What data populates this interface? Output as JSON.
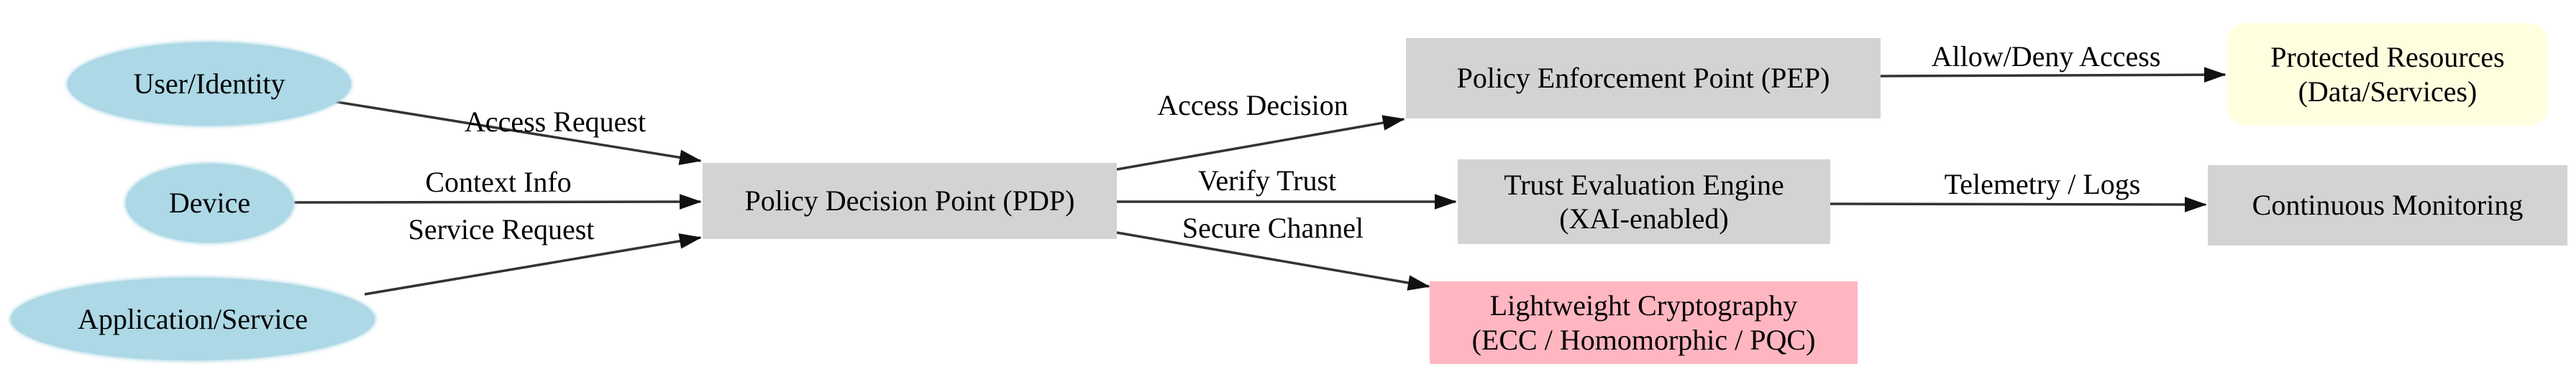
{
  "diagram": {
    "background_color": "#ffffff",
    "edge_line_color": "#333333",
    "nodes": {
      "user_identity": {
        "label": "User/Identity",
        "fill": "#add8e6",
        "shape": "ellipse"
      },
      "device": {
        "label": "Device",
        "fill": "#add8e6",
        "shape": "ellipse"
      },
      "application_service": {
        "label": "Application/Service",
        "fill": "#add8e6",
        "shape": "ellipse"
      },
      "pdp": {
        "label": "Policy Decision Point (PDP)",
        "fill": "#d3d3d3",
        "shape": "box"
      },
      "pep": {
        "label": "Policy Enforcement Point (PEP)",
        "fill": "#d3d3d3",
        "shape": "box"
      },
      "trust_engine": {
        "label": "Trust Evaluation Engine\n(XAI-enabled)",
        "fill": "#d3d3d3",
        "shape": "box"
      },
      "lightweight_crypto": {
        "label": "Lightweight Cryptography\n(ECC / Homomorphic / PQC)",
        "fill": "#ffb6c1",
        "shape": "box"
      },
      "protected_resources": {
        "label": "Protected Resources\n(Data/Services)",
        "fill": "#ffffe0",
        "shape": "rounded-box"
      },
      "continuous_monitoring": {
        "label": "Continuous Monitoring",
        "fill": "#d3d3d3",
        "shape": "box"
      }
    },
    "edges": {
      "access_request": {
        "label": "Access Request",
        "from": "user_identity",
        "to": "pdp"
      },
      "context_info": {
        "label": "Context Info",
        "from": "device",
        "to": "pdp"
      },
      "service_request": {
        "label": "Service Request",
        "from": "application_service",
        "to": "pdp"
      },
      "access_decision": {
        "label": "Access Decision",
        "from": "pdp",
        "to": "pep"
      },
      "verify_trust": {
        "label": "Verify Trust",
        "from": "pdp",
        "to": "trust_engine"
      },
      "secure_channel": {
        "label": "Secure Channel",
        "from": "pdp",
        "to": "lightweight_crypto"
      },
      "allow_deny": {
        "label": "Allow/Deny Access",
        "from": "pep",
        "to": "protected_resources"
      },
      "telemetry_logs": {
        "label": "Telemetry / Logs",
        "from": "trust_engine",
        "to": "continuous_monitoring"
      }
    }
  }
}
